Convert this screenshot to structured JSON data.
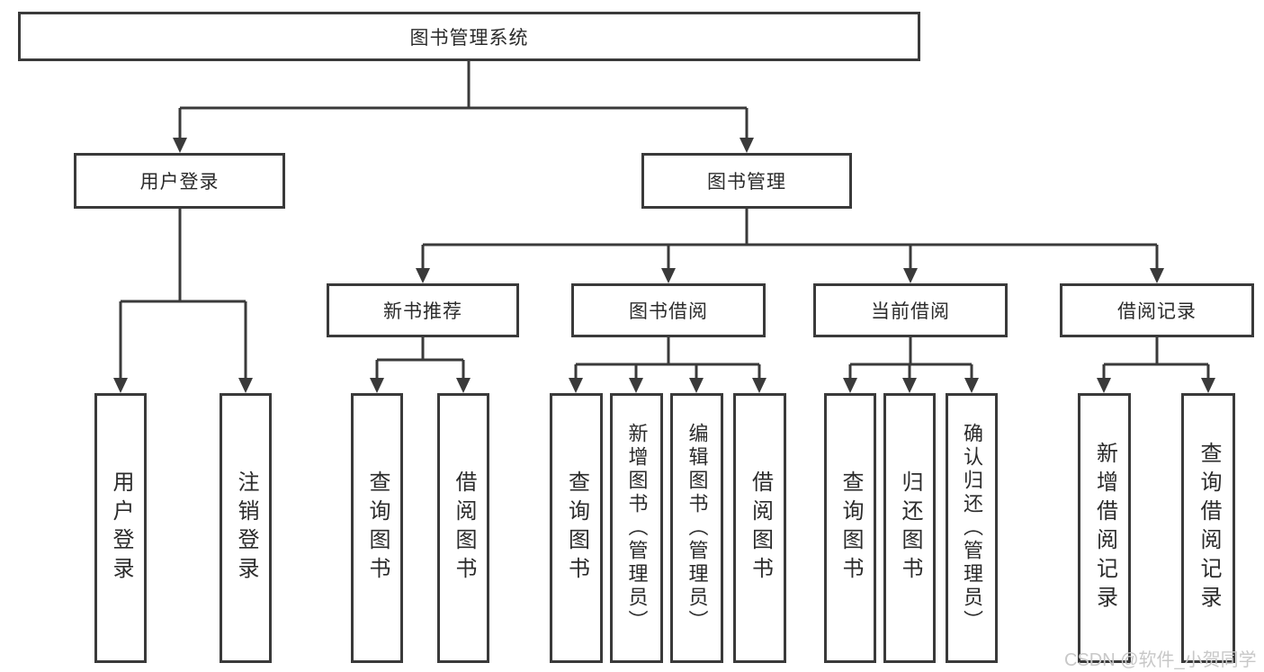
{
  "tree": {
    "root": {
      "label": "图书管理系统",
      "children": [
        {
          "label": "用户登录",
          "children": [
            {
              "label": "用户登录"
            },
            {
              "label": "注销登录"
            }
          ]
        },
        {
          "label": "图书管理",
          "children": [
            {
              "label": "新书推荐",
              "children": [
                {
                  "label": "查询图书"
                },
                {
                  "label": "借阅图书"
                }
              ]
            },
            {
              "label": "图书借阅",
              "children": [
                {
                  "label": "查询图书"
                },
                {
                  "label": "新增图书（管理员）"
                },
                {
                  "label": "编辑图书（管理员）"
                },
                {
                  "label": "借阅图书"
                }
              ]
            },
            {
              "label": "当前借阅",
              "children": [
                {
                  "label": "查询图书"
                },
                {
                  "label": "归还图书"
                },
                {
                  "label": "确认归还（管理员）"
                }
              ]
            },
            {
              "label": "借阅记录",
              "children": [
                {
                  "label": "新增借阅记录"
                },
                {
                  "label": "查询借阅记录"
                }
              ]
            }
          ]
        }
      ]
    }
  },
  "watermark": {
    "text": "CSDN @软件_小贺同学"
  },
  "colors": {
    "line": "#3a3a3a",
    "text": "#2b2b2b",
    "background": "#ffffff",
    "watermark": "#c8c8c8"
  }
}
